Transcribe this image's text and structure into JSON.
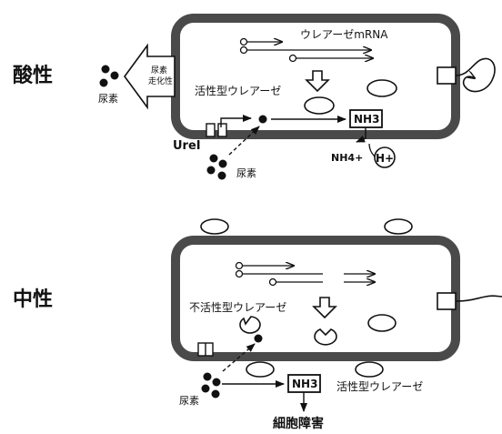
{
  "acidic": {
    "condition_label": "酸性",
    "urease_mrna_label": "ウレアーゼmRNA",
    "active_urease_label": "活性型ウレアーゼ",
    "urea_label_left": "尿素",
    "chemotaxis_label_line1": "尿素",
    "chemotaxis_label_line2": "走化性",
    "urei_label": "UreI",
    "urea_label_bottom": "尿素",
    "nh3_label": "NH3",
    "nh4_label": "NH4+",
    "proton_label": "H+"
  },
  "neutral": {
    "condition_label": "中性",
    "inactive_urease_label": "不活性型ウレアーゼ",
    "urea_label": "尿素",
    "nh3_label": "NH3",
    "active_urease_label": "活性型ウレアーゼ",
    "cell_damage_label": "細胞障害"
  },
  "colors": {
    "membrane": "#4a4a4a",
    "ink": "#111111",
    "background": "#ffffff"
  }
}
